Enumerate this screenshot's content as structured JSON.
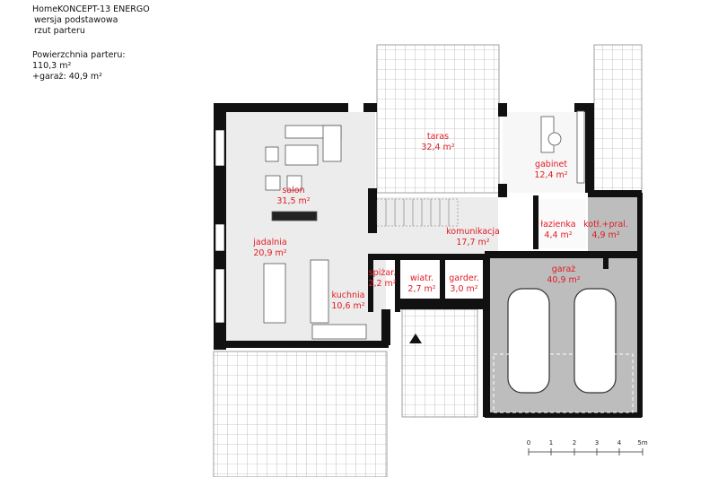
{
  "header": {
    "title": "HomeKONCEPT-13 ENERGO",
    "version": "wersja podstawowa",
    "view": "rzut parteru",
    "area_label": "Powierzchnia parteru:",
    "area_value": "110,3 m²",
    "garage_area": "+garaż: 40,9 m²"
  },
  "rooms": [
    {
      "name": "salon",
      "area": "31,5 m²"
    },
    {
      "name": "jadalnia",
      "area": "20,9 m²"
    },
    {
      "name": "kuchnia",
      "area": "10,6 m²"
    },
    {
      "name": "spiżar.",
      "area": "2,2 m²"
    },
    {
      "name": "wiatr.",
      "area": "2,7 m²"
    },
    {
      "name": "garder.",
      "area": "3,0 m²"
    },
    {
      "name": "komunikacja",
      "area": "17,7 m²"
    },
    {
      "name": "łazienka",
      "area": "4,4 m²"
    },
    {
      "name": "kotł.+pral.",
      "area": "4,9 m²"
    },
    {
      "name": "garaż",
      "area": "40,9 m²"
    },
    {
      "name": "gabinet",
      "area": "12,4 m²"
    },
    {
      "name": "taras",
      "area": "32,4 m²"
    }
  ],
  "scale_bar": {
    "ticks": [
      "0",
      "1",
      "2",
      "3",
      "4",
      "5m"
    ]
  },
  "colors": {
    "label": "#e21b23",
    "wall": "#111111",
    "floor": "#ececec",
    "garage": "#bdbdbd"
  }
}
